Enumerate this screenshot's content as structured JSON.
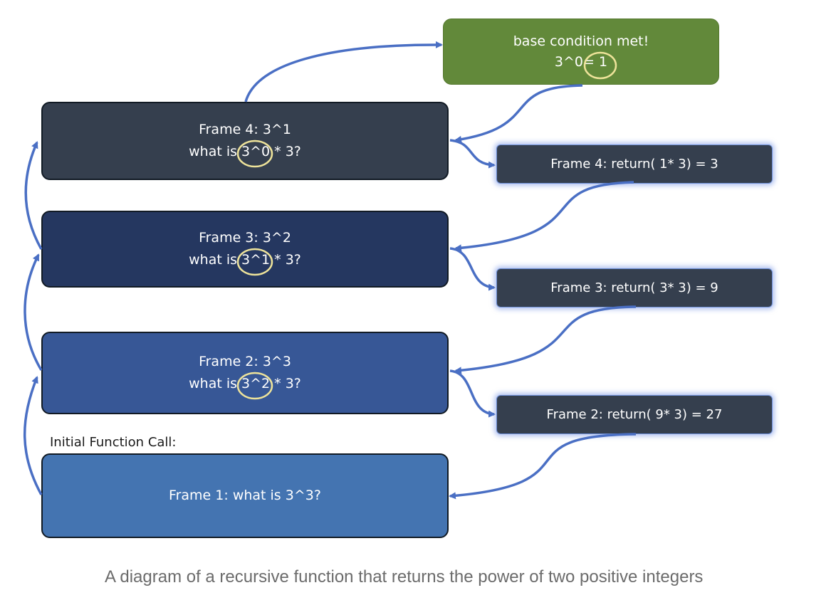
{
  "base": {
    "line1": "base condition met!",
    "line2": "3^0= 1"
  },
  "frames": [
    {
      "line1": "Frame 4: 3^1",
      "line2": "what is 3^0 * 3?"
    },
    {
      "line1": "Frame 3: 3^2",
      "line2": "what is 3^1 * 3?"
    },
    {
      "line1": "Frame 2: 3^3",
      "line2": "what is 3^2 * 3?"
    },
    {
      "line1": "Frame 1: what is 3^3?"
    }
  ],
  "returns": [
    "Frame 4: return( 1* 3) = 3",
    "Frame 3: return( 3* 3) = 9",
    "Frame 2: return( 9* 3) = 27"
  ],
  "initial_label": "Initial Function Call:",
  "caption": "A diagram of a recursive function that returns the power of two positive integers",
  "colors": {
    "arrow": "#4a6fc4",
    "highlight_circle": "#eee39a",
    "base_box": "#62893a",
    "frame4": "#353f4e",
    "frame3": "#253760",
    "frame2": "#375796",
    "frame1": "#4474b1"
  }
}
